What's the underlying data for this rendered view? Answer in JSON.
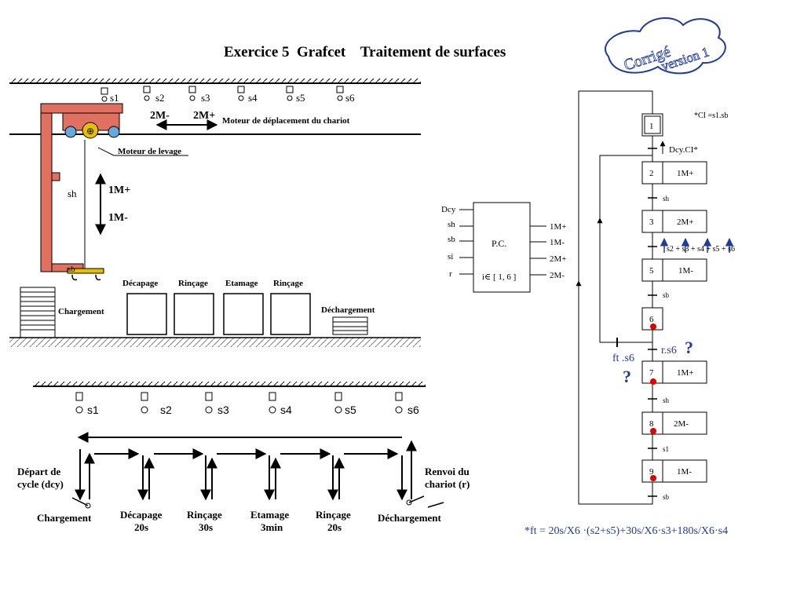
{
  "title": "Exercice 5  Grafcet    Traitement de surfaces",
  "stamp": {
    "line1": "Corrigé",
    "line2": "version 1"
  },
  "top_drawing": {
    "sensors": [
      "s1",
      "s2",
      "s3",
      "s4",
      "s5",
      "s6"
    ],
    "move_minus": "2M-",
    "move_plus": "2M+",
    "move_motor": "Moteur de déplacement du chariot",
    "lift_motor": "Moteur de levage",
    "lift_up": "1M+",
    "lift_down": "1M-",
    "sensor_h": "sh",
    "sensor_b": "sb",
    "stations": [
      "Décapage",
      "Rinçage",
      "Etamage",
      "Rinçage"
    ],
    "load": "Chargement",
    "unload": "Déchargement"
  },
  "bottom_drawing": {
    "sensors": [
      "s1",
      "s2",
      "s3",
      "s4",
      "s5",
      "s6"
    ],
    "start_line1": "Départ de",
    "start_line2": "cycle (dcy)",
    "return_line1": "Renvoi du",
    "return_line2": "chariot (r)",
    "stations": [
      {
        "name": "Chargement",
        "time": ""
      },
      {
        "name": "Décapage",
        "time": "20s"
      },
      {
        "name": "Rinçage",
        "time": "30s"
      },
      {
        "name": "Etamage",
        "time": "3min"
      },
      {
        "name": "Rinçage",
        "time": "20s"
      },
      {
        "name": "Déchargement",
        "time": ""
      }
    ]
  },
  "pc_block": {
    "label": "P.C.",
    "index": "i∈ [ 1, 6 ]",
    "inputs": [
      "Dcy",
      "sh",
      "sb",
      "si",
      "r"
    ],
    "outputs": [
      "1M+",
      "1M-",
      "2M+",
      "2M-"
    ]
  },
  "grafcet": {
    "ci_note": "*CI =s1.sb",
    "steps": [
      {
        "num": "1",
        "action": ""
      },
      {
        "num": "2",
        "action": "1M+"
      },
      {
        "num": "3",
        "action": "2M+"
      },
      {
        "num": "5",
        "action": "1M-"
      },
      {
        "num": "6",
        "action": ""
      },
      {
        "num": "7",
        "action": "1M+"
      },
      {
        "num": "8",
        "action": "2M-"
      },
      {
        "num": "9",
        "action": "1M-"
      }
    ],
    "transitions": {
      "t1": "Dcy.CI*",
      "t2": "sh",
      "t3": "s2 + s3 + s4 + s5 + s6",
      "t5": "sb",
      "t6_main": "r.s6",
      "t6_loop": "ft .s6",
      "t7": "sh",
      "t8": "s1",
      "t9": "sb"
    },
    "question_mark": "?",
    "formula": "*ft = 20s/X6 ·(s2+s5)+30s/X6·s3+180s/X6·s4",
    "red_dot_color": "#e00000",
    "blue_color": "#1f3aa0"
  }
}
